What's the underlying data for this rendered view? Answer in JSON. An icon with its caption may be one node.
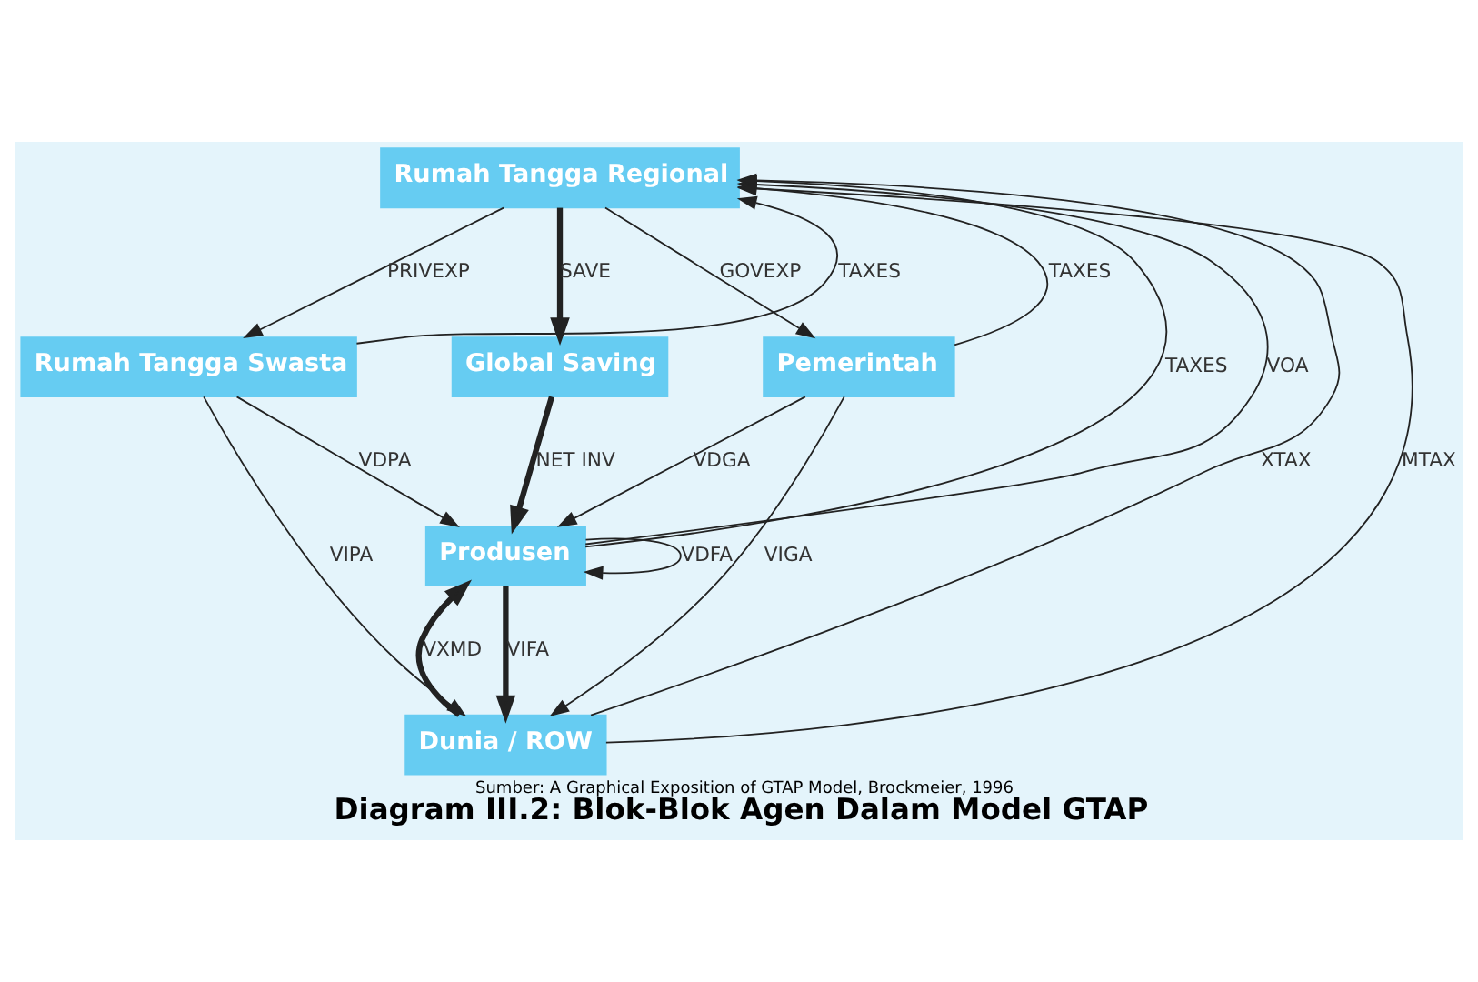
{
  "diagram": {
    "title": "Diagram III.2: Blok-Blok Agen Dalam Model GTAP",
    "caption": "Sumber: A Graphical Exposition of GTAP Model, Brockmeier, 1996",
    "nodes": [
      {
        "text": [
          "Rumah Tangga Regional"
        ]
      },
      {
        "text": [
          "Rumah Tangga Swasta"
        ]
      },
      {
        "text": [
          "Global Saving"
        ]
      },
      {
        "text": [
          "Pemerintah"
        ]
      },
      {
        "text": [
          "Produsen"
        ]
      },
      {
        "text": [
          "Dunia / ROW"
        ]
      }
    ],
    "edges": [
      {
        "from": 0,
        "to": 1,
        "arrow": "to",
        "label": "PRIVEXP"
      },
      {
        "from": 1,
        "to": 0,
        "arrow": "to",
        "label": "TAXES"
      },
      {
        "from": 0,
        "to": 2,
        "arrow": "to",
        "label": "SAVE",
        "style": "thick"
      },
      {
        "from": 0,
        "to": 3,
        "arrow": "to",
        "label": "GOVEXP"
      },
      {
        "from": 3,
        "to": 0,
        "arrow": "to",
        "label": "TAXES"
      },
      {
        "from": 5,
        "to": 0,
        "arrow": "to",
        "label": "XTAX"
      },
      {
        "from": 5,
        "to": 0,
        "arrow": "to",
        "label": "MTAX"
      },
      {
        "from": 2,
        "to": 4,
        "arrow": "to",
        "label": "NET INV",
        "style": "thick"
      },
      {
        "from": 4,
        "to": 0,
        "arrow": "to",
        "label": "TAXES"
      },
      {
        "from": 4,
        "to": 0,
        "arrow": "to",
        "label": "VOA"
      },
      {
        "from": 1,
        "to": 4,
        "arrow": "to",
        "label": "VDPA"
      },
      {
        "from": 3,
        "to": 4,
        "arrow": "to",
        "label": "VDGA"
      },
      {
        "from": 1,
        "to": 5,
        "arrow": "to",
        "label": "VIPA"
      },
      {
        "from": 3,
        "to": 5,
        "arrow": "to",
        "label": "VIGA"
      },
      {
        "from": 4,
        "to": 4,
        "arrow": "to",
        "label": "VDFA"
      },
      {
        "from": 4,
        "to": 5,
        "arrow": "to",
        "label": "VIFA",
        "style": "thick"
      },
      {
        "from": 5,
        "to": 4,
        "arrow": "to",
        "label": "VXMD",
        "style": "thick"
      }
    ]
  }
}
